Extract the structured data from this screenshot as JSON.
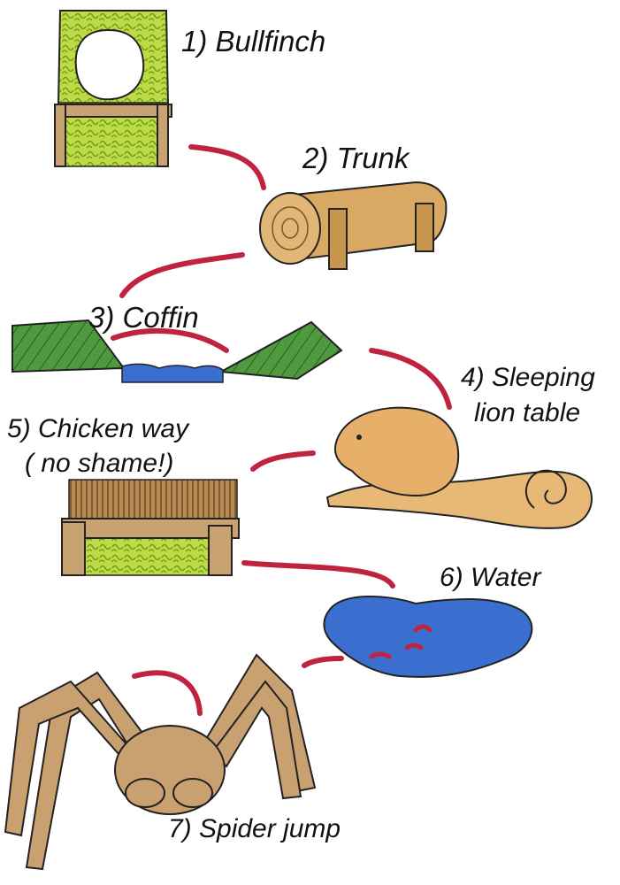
{
  "obstacles": [
    {
      "name": "Bullfinch",
      "label": "1) Bullfinch"
    },
    {
      "name": "Trunk",
      "label": "2) Trunk"
    },
    {
      "name": "Coffin",
      "label": "3) Coffin"
    },
    {
      "name": "Sleeping lion table",
      "label_line1": "4) Sleeping",
      "label_line2": "lion table"
    },
    {
      "name": "Chicken way",
      "label_line1": "5) Chicken way",
      "label_line2": "( no shame!)"
    },
    {
      "name": "Water",
      "label": "6) Water"
    },
    {
      "name": "Spider jump",
      "label": "7) Spider jump"
    }
  ],
  "colors": {
    "hedge": "#b9d94a",
    "wood": "#c8a271",
    "log": "#d9a862",
    "grass": "#4f9a3f",
    "water": "#3a6fd0",
    "lion": "#e8b877",
    "spider": "#c9a070",
    "arrow": "#c0233f"
  }
}
